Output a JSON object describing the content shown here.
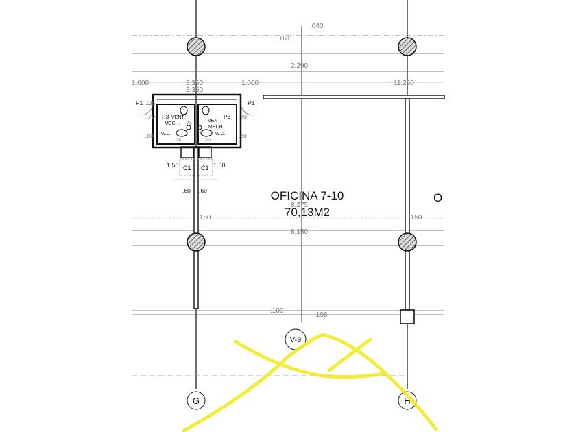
{
  "room": {
    "name": "OFICINA 7-10",
    "area": "70,13M2",
    "neighbor_partial": "O"
  },
  "dimensions": {
    "d040": ".040",
    "d070": ".070",
    "d2290": "2.290",
    "d1000_left": "1.000",
    "d3350_a": "3.350",
    "d3350_b": "3.350",
    "d1000_mid": "1.000",
    "d11250": "11.250",
    "d8275": "8.275",
    "d150_left": ".150",
    "d150_right": ".150",
    "d8150": "8.150",
    "d100": ".100",
    "d198": ".198",
    "d135": ".135",
    "d70_a": ".70",
    "d70_b": ".70",
    "d70_c": ".70",
    "d80_a": ".80",
    "d80_b": ".80",
    "d150_c1a": "1.50",
    "d150_c1b": "1.50",
    "d60_a": ".60",
    "d60_b": ".60",
    "d20_a": ".20",
    "d20_b": ".20"
  },
  "fixtures": {
    "p1_left": "P1",
    "p1_right": "P1",
    "p3_left": "P3",
    "p3_right": "P3",
    "vent_left": "VENT.",
    "vent_right": "VENT.",
    "mech_left": "MECH.",
    "mech_right": "MECH.",
    "wc_left": "W.C.",
    "wc_right": "W.C.",
    "c1_left": "C1",
    "c1_right": "C1"
  },
  "grid_markers": {
    "axis_g": "G",
    "axis_h": "H",
    "section": "V-9"
  },
  "colors": {
    "line": "#111111",
    "dim": "#888888",
    "hatch_fill": "#d9d9d9",
    "highlight": "#f2ea25",
    "paper": "#ffffff"
  }
}
